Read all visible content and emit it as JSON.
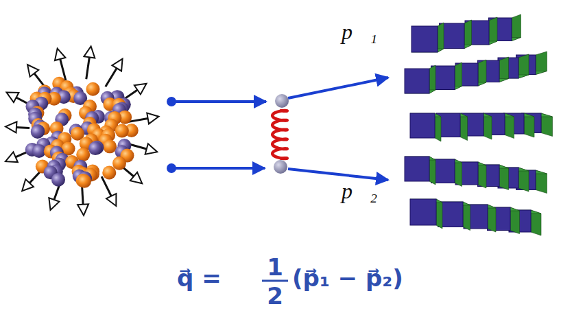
{
  "diagram": {
    "labels": [
      "p⃗₁",
      "p⃗₂",
      "q⃗ =",
      "1",
      "2",
      "(p⃗₁ − p⃗₂)"
    ]
  }
}
